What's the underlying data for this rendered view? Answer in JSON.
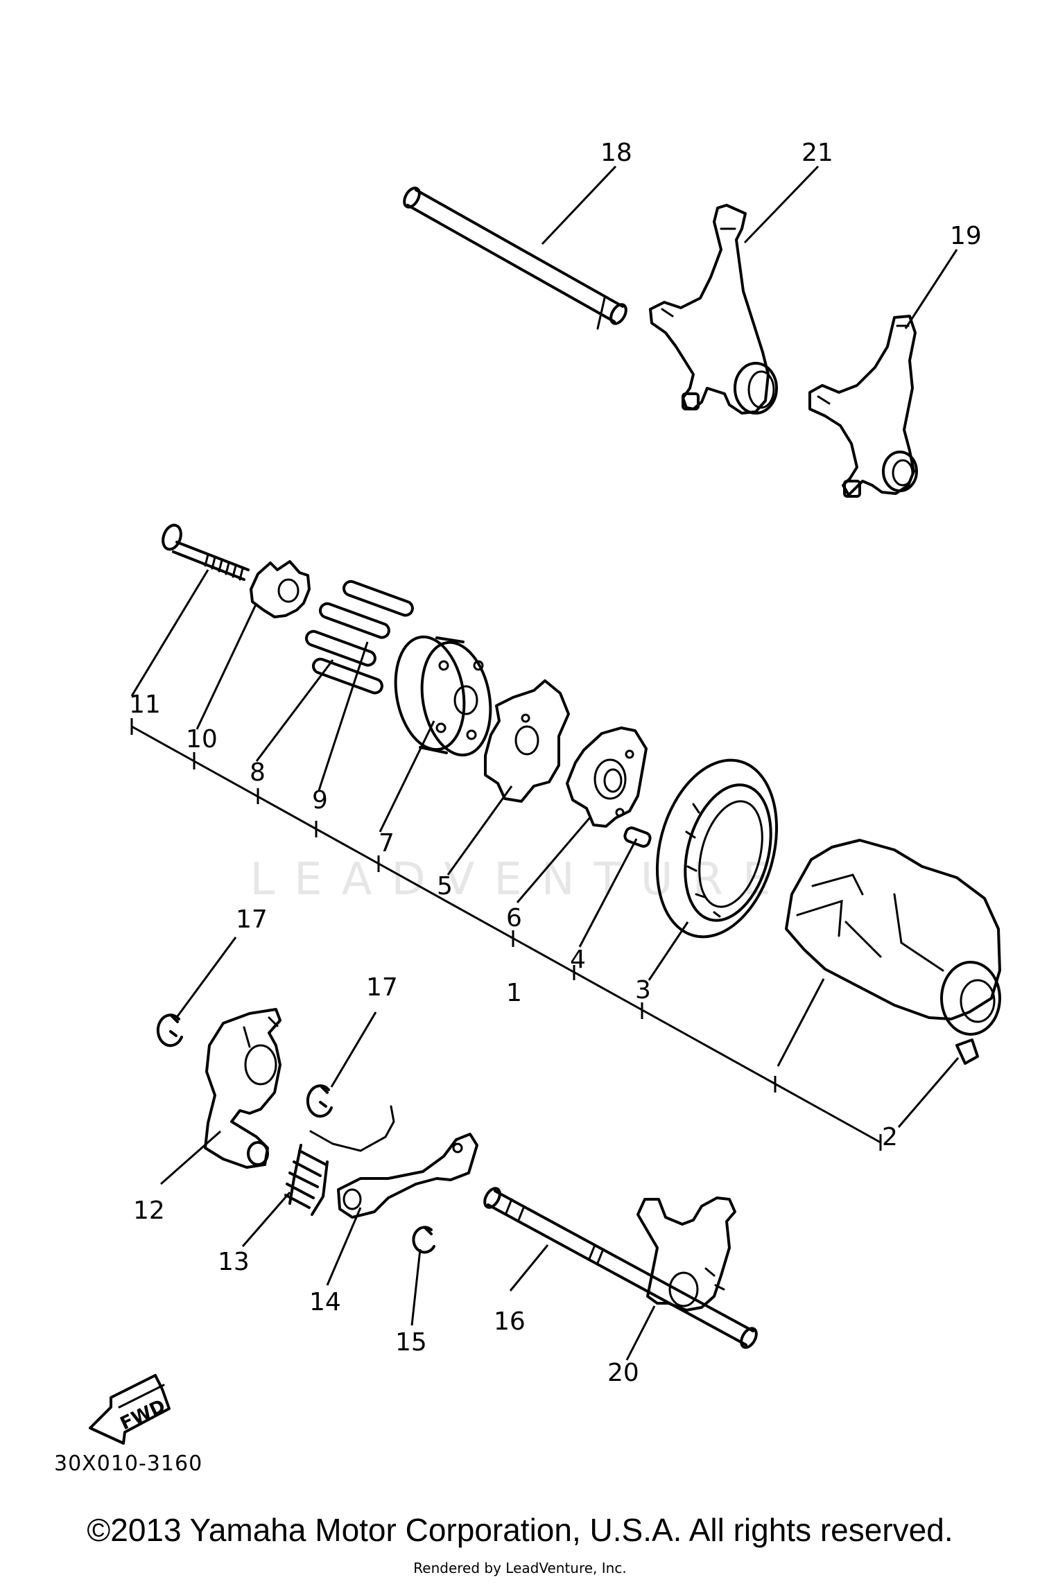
{
  "diagram": {
    "code": "30X010-3160",
    "fwd_label": "FWD",
    "watermark": "LEADVENTURE",
    "callouts": {
      "c1": "1",
      "c2": "2",
      "c3": "3",
      "c4": "4",
      "c5": "5",
      "c6": "6",
      "c7": "7",
      "c8": "8",
      "c9": "9",
      "c10": "10",
      "c11": "11",
      "c12": "12",
      "c13": "13",
      "c14": "14",
      "c15": "15",
      "c16": "16",
      "c17a": "17",
      "c17b": "17",
      "c18": "18",
      "c19": "19",
      "c20": "20",
      "c21": "21"
    }
  },
  "footer": {
    "copyright": "©2013 Yamaha Motor Corporation, U.S.A. All rights reserved.",
    "rendered": "Rendered by LeadVenture, Inc."
  }
}
